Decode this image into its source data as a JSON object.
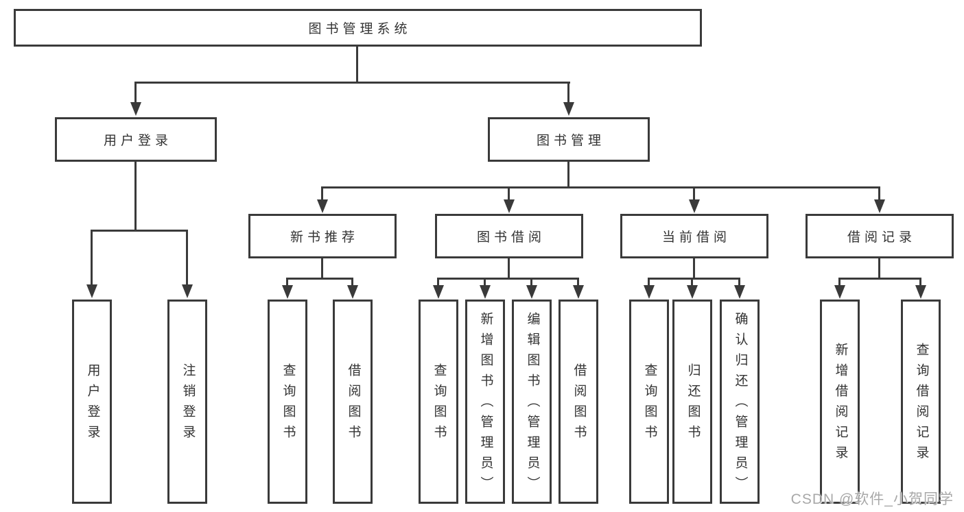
{
  "nodes": {
    "root": "图书管理系统",
    "user_login": "用户登录",
    "book_mgmt": "图书管理",
    "new_book_rec": "新书推荐",
    "book_borrow": "图书借阅",
    "current_borrow": "当前借阅",
    "borrow_record": "借阅记录",
    "ul_login": "用户登录",
    "ul_logout": "注销登录",
    "nb_query": "查询图书",
    "nb_borrow": "借阅图书",
    "bb_query": "查询图书",
    "bb_add": "新增图书（管理员）",
    "bb_edit": "编辑图书（管理员）",
    "bb_borrow": "借阅图书",
    "cb_query": "查询图书",
    "cb_return": "归还图书",
    "cb_confirm": "确认归还（管理员）",
    "br_add": "新增借阅记录",
    "br_query": "查询借阅记录"
  },
  "hierarchy": {
    "图书管理系统": {
      "用户登录": [
        "用户登录",
        "注销登录"
      ],
      "图书管理": {
        "新书推荐": [
          "查询图书",
          "借阅图书"
        ],
        "图书借阅": [
          "查询图书",
          "新增图书（管理员）",
          "编辑图书（管理员）",
          "借阅图书"
        ],
        "当前借阅": [
          "查询图书",
          "归还图书",
          "确认归还（管理员）"
        ],
        "借阅记录": [
          "新增借阅记录",
          "查询借阅记录"
        ]
      }
    }
  },
  "watermark": "CSDN @软件_小贺同学",
  "colors": {
    "line": "#3a3a3a",
    "text": "#333333",
    "watermark": "#a8a8a8",
    "background": "#ffffff"
  }
}
